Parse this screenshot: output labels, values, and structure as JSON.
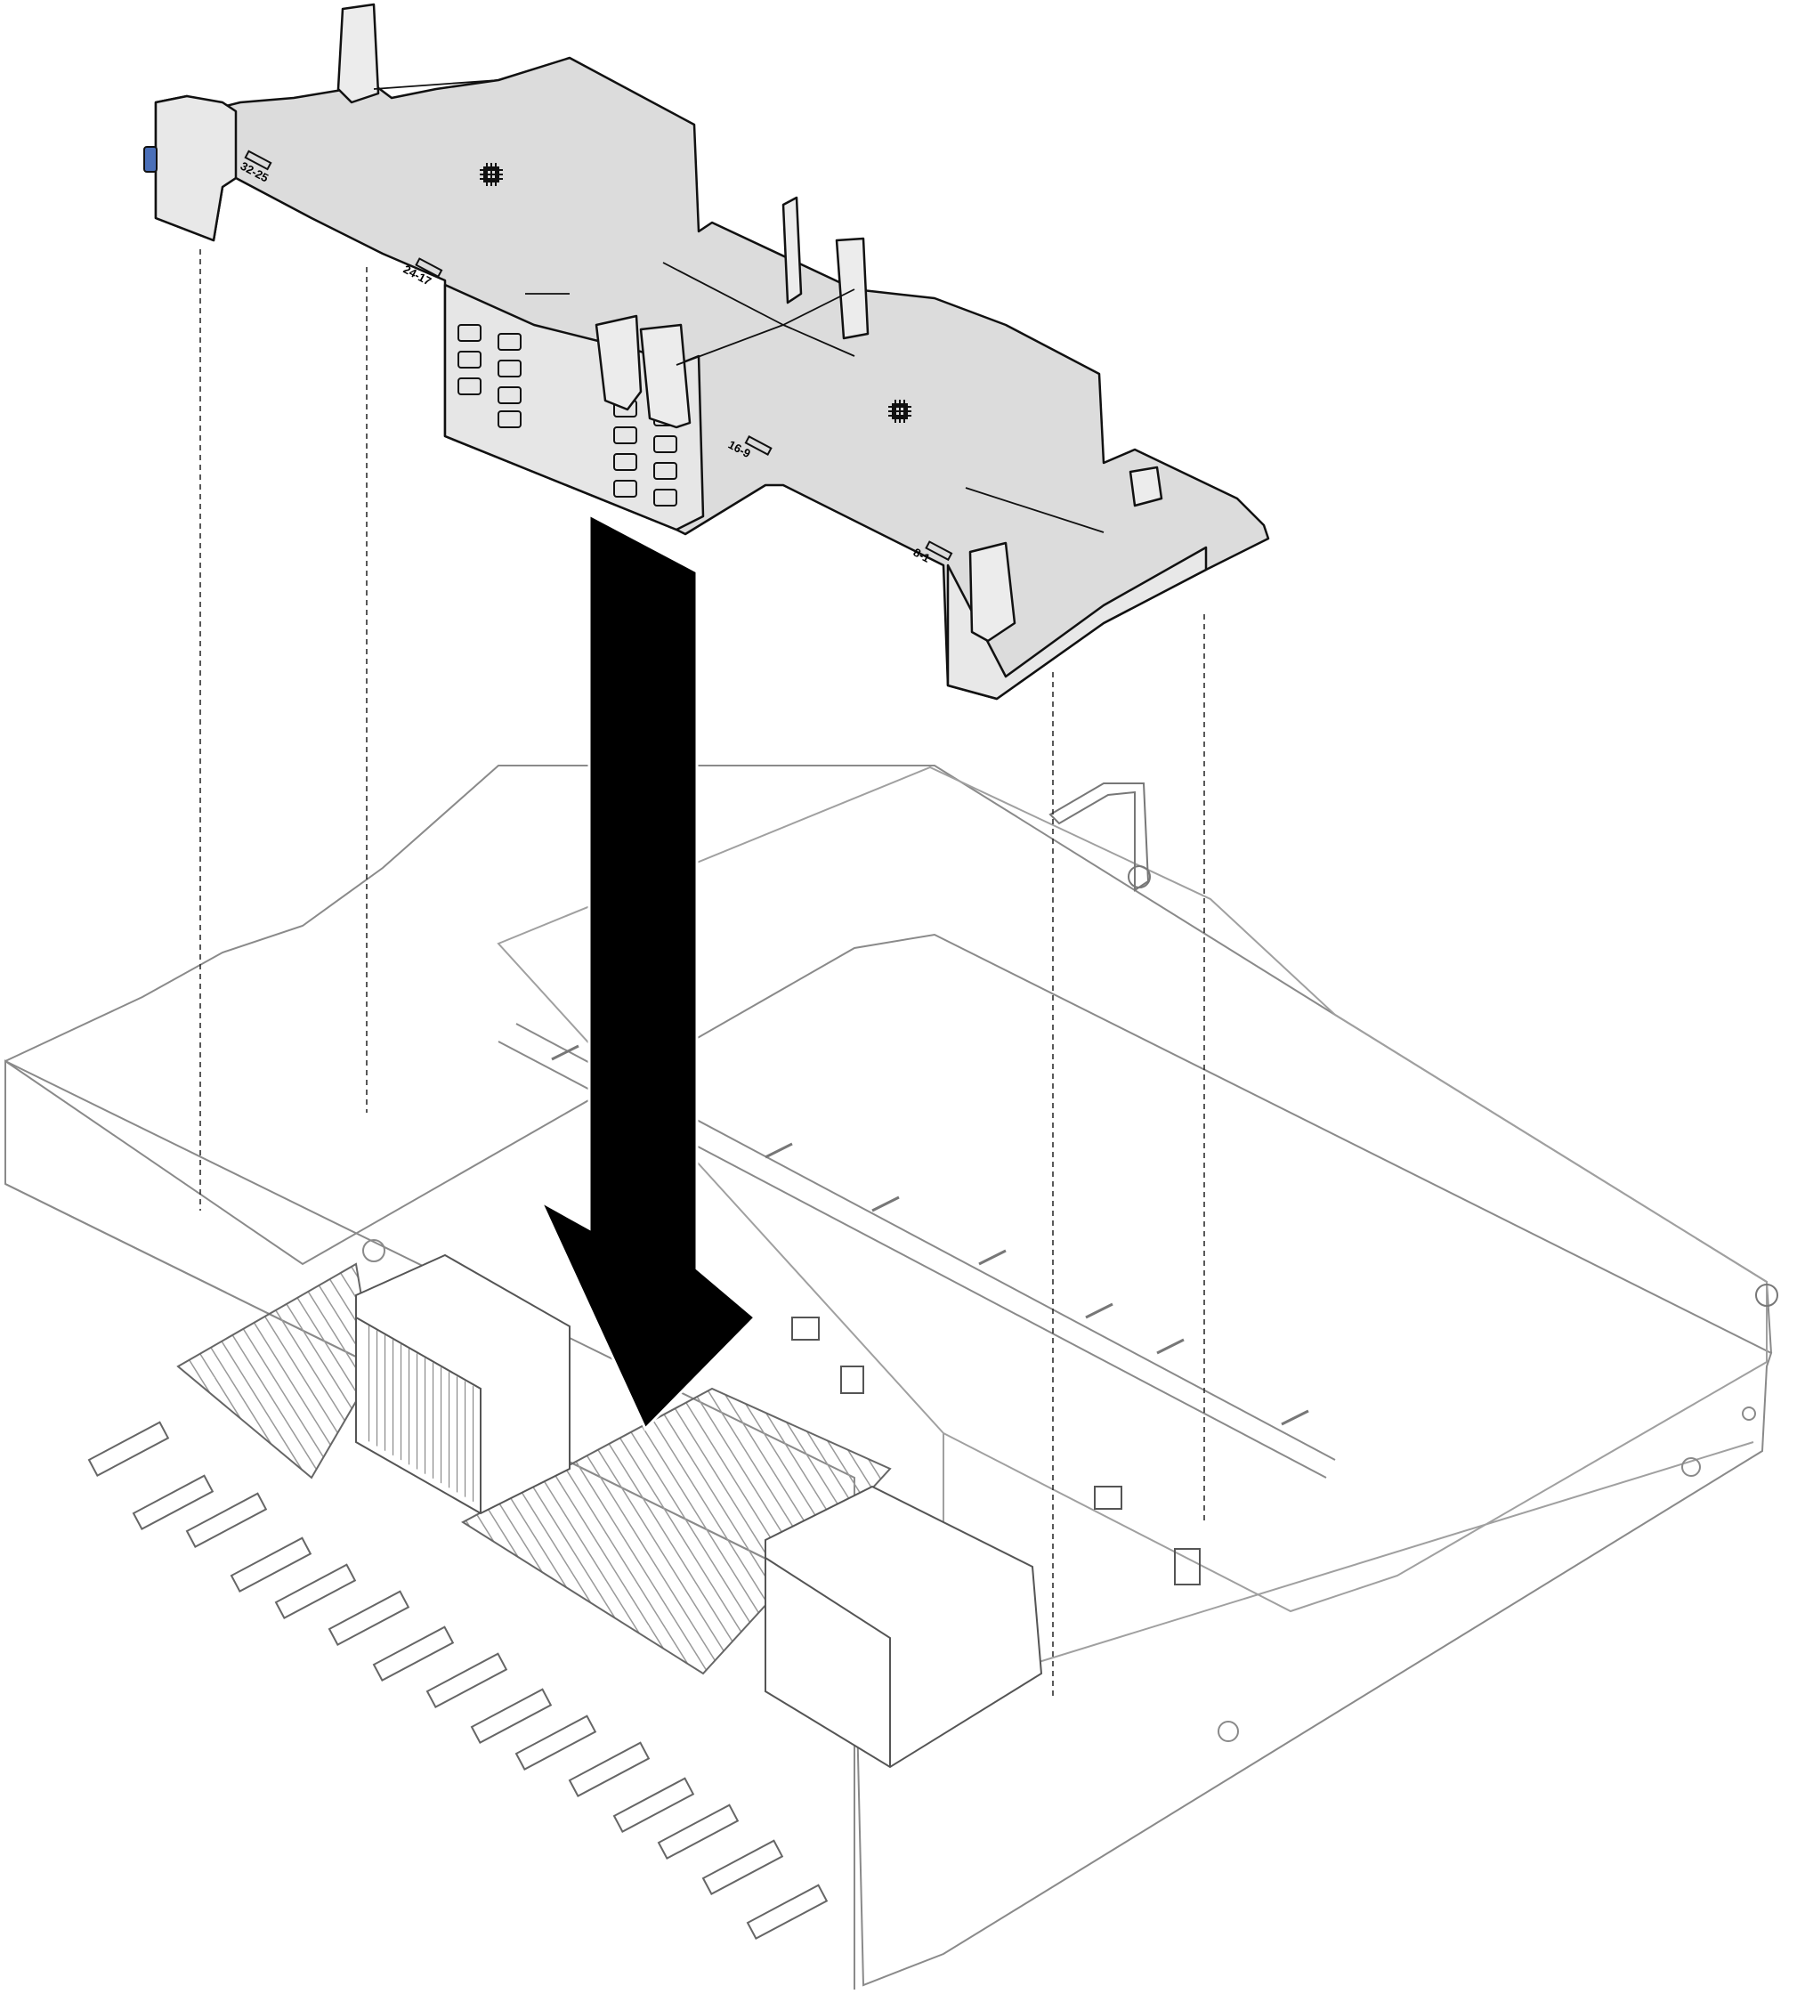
{
  "figure": {
    "kind": "installation-illustration",
    "step": "Lower the air baffle into the server chassis",
    "colors": {
      "baffle_fill": "#dcdcdc",
      "chassis_line": "#8a8a8a",
      "outline": "#111111",
      "arrow": "#000000",
      "tab_blue": "#4a6fb8"
    }
  },
  "baffle": {
    "labels": {
      "dimm_32_25": "32-25",
      "dimm_24_17": "24-17",
      "dimm_16_9": "16-9",
      "dimm_8_1": "8-1"
    },
    "icons": [
      "processor-icon",
      "processor-icon"
    ]
  },
  "arrow": {
    "direction": "down"
  }
}
